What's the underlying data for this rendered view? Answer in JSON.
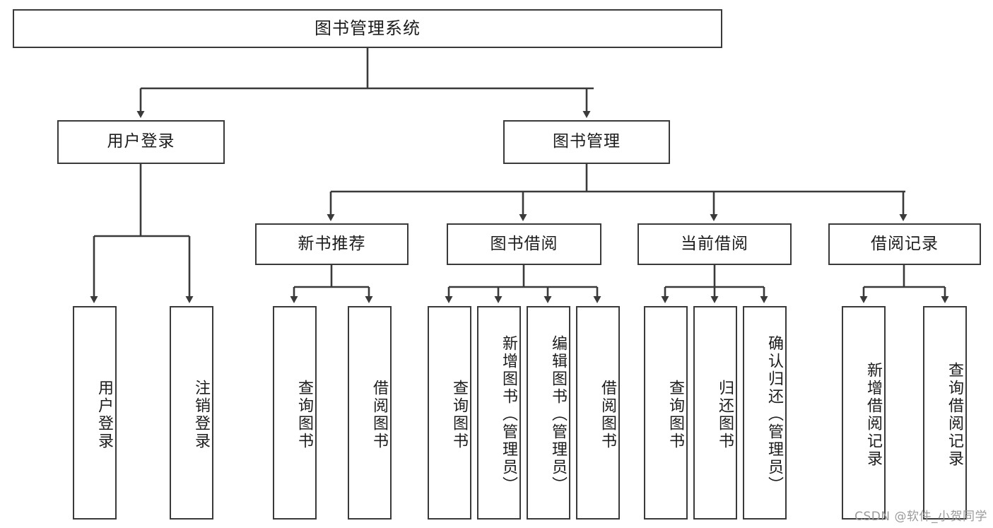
{
  "diagram": {
    "title": "图书管理系统",
    "type": "tree",
    "watermark": "CSDN @软件_小贺同学",
    "colors": {
      "box_border": "#3a3a3a",
      "box_fill": "#ffffff",
      "edge": "#3a3a3a",
      "text": "#1c1c1c",
      "watermark": "#9a9a9a"
    },
    "levels": {
      "root": {
        "label": "图书管理系统"
      },
      "level2": [
        {
          "label": "用户登录"
        },
        {
          "label": "图书管理"
        }
      ],
      "level3": [
        {
          "label": "新书推荐"
        },
        {
          "label": "图书借阅"
        },
        {
          "label": "当前借阅"
        },
        {
          "label": "借阅记录"
        }
      ],
      "leaves": {
        "user_login": [
          {
            "label": "用户登录"
          },
          {
            "label": "注销登录"
          }
        ],
        "new_book_recommend": [
          {
            "label": "查询图书"
          },
          {
            "label": "借阅图书"
          }
        ],
        "book_borrow": [
          {
            "label": "查询图书"
          },
          {
            "label": "新增图书（管理员）"
          },
          {
            "label": "编辑图书（管理员）"
          },
          {
            "label": "借阅图书"
          }
        ],
        "current_borrow": [
          {
            "label": "查询图书"
          },
          {
            "label": "归还图书"
          },
          {
            "label": "确认归还（管理员）"
          }
        ],
        "borrow_record": [
          {
            "label": "新增借阅记录"
          },
          {
            "label": "查询借阅记录"
          }
        ]
      }
    }
  }
}
